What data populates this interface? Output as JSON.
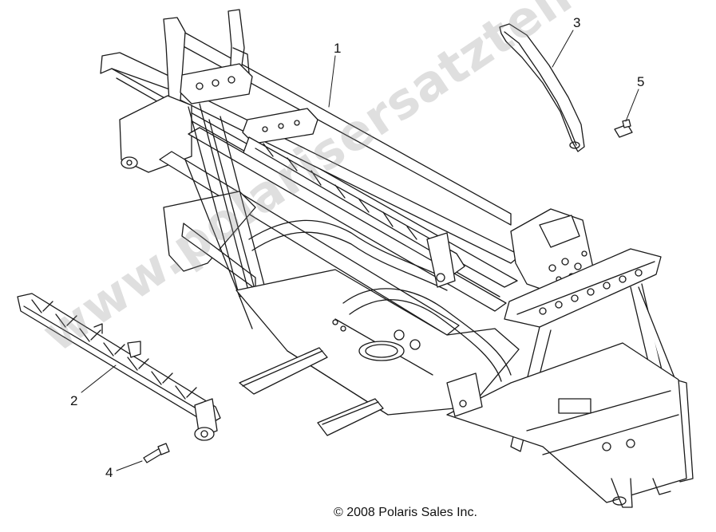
{
  "diagram": {
    "callouts": [
      {
        "id": "1",
        "label": "1"
      },
      {
        "id": "2",
        "label": "2"
      },
      {
        "id": "3",
        "label": "3"
      },
      {
        "id": "4",
        "label": "4"
      },
      {
        "id": "5",
        "label": "5"
      }
    ],
    "copyright": "© 2008 Polaris Sales Inc.",
    "watermark": "www.polarisersatzteile.de"
  },
  "colors": {
    "line": "#1a1a1a",
    "fill": "#ffffff",
    "watermark": "#8c8c8c"
  }
}
